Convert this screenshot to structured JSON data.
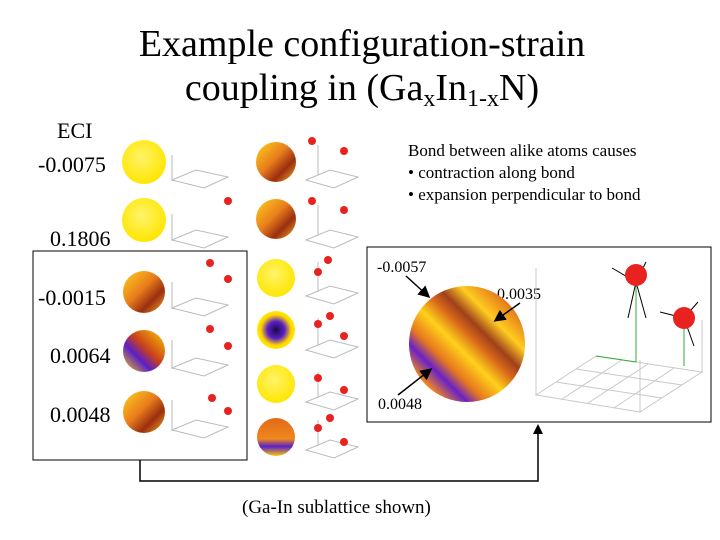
{
  "title": {
    "line1": "Example configuration-strain",
    "line2_prefix": "coupling in (Ga",
    "line2_sub1": "x",
    "line2_mid": "In",
    "line2_sub2": "1-x",
    "line2_suffix": "N)"
  },
  "eci_header": "ECI",
  "eci_values": [
    "-0.0075",
    "0.1806",
    "-0.0015",
    "0.0064",
    "0.0048"
  ],
  "note": {
    "line1": "Bond between alike atoms causes",
    "line2": "• contraction along bond",
    "line3": "• expansion perpendicular to bond"
  },
  "inset_labels": {
    "top": "-0.0057",
    "right": "0.0035",
    "bottom": "0.0048"
  },
  "caption": "(Ga-In sublattice shown)",
  "colors": {
    "atom": "#e8231f",
    "lattice_line": "#b8b8b8",
    "green_line": "#33aa33",
    "purple": "#5a1fc8",
    "yellow": "#ffee00",
    "brown": "#a0521e"
  }
}
